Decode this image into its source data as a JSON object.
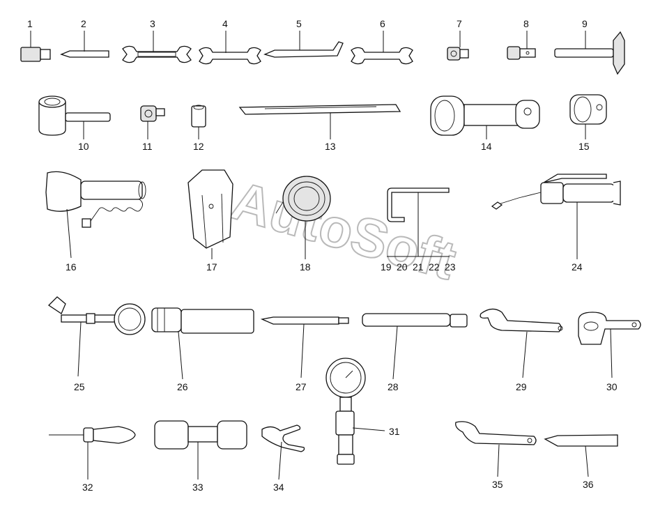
{
  "watermark": "AutoSoft",
  "callouts": {
    "c1": "1",
    "c2": "2",
    "c3": "3",
    "c4": "4",
    "c5": "5",
    "c6": "6",
    "c7": "7",
    "c8": "8",
    "c9": "9",
    "c10": "10",
    "c11": "11",
    "c12": "12",
    "c13": "13",
    "c14": "14",
    "c15": "15",
    "c16": "16",
    "c17": "17",
    "c18": "18",
    "c19": "19",
    "c20": "20",
    "c21": "21",
    "c22": "22",
    "c23": "23",
    "c24": "24",
    "c25": "25",
    "c26": "26",
    "c27": "27",
    "c28": "28",
    "c29": "29",
    "c30": "30",
    "c31": "31",
    "c32": "32",
    "c33": "33",
    "c34": "34",
    "c35": "35",
    "c36": "36"
  }
}
